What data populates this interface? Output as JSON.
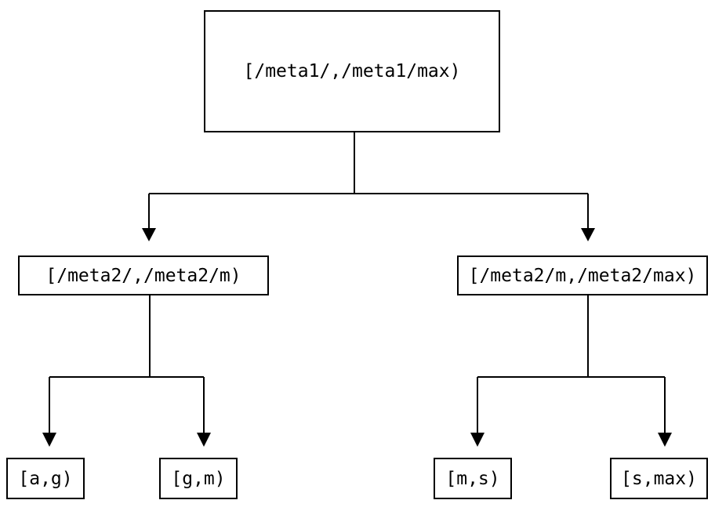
{
  "diagram": {
    "type": "tree",
    "root": {
      "label": "[/meta1/,/meta1/max)"
    },
    "children": [
      {
        "label": "[/meta2/,/meta2/m)",
        "children": [
          {
            "label": "[a,g)"
          },
          {
            "label": "[g,m)"
          }
        ]
      },
      {
        "label": "[/meta2/m,/meta2/max)",
        "children": [
          {
            "label": "[m,s)"
          },
          {
            "label": "[s,max)"
          }
        ]
      }
    ],
    "colors": {
      "line": "#000000",
      "box_border": "#000000",
      "text": "#000000",
      "background": "#ffffff"
    }
  }
}
